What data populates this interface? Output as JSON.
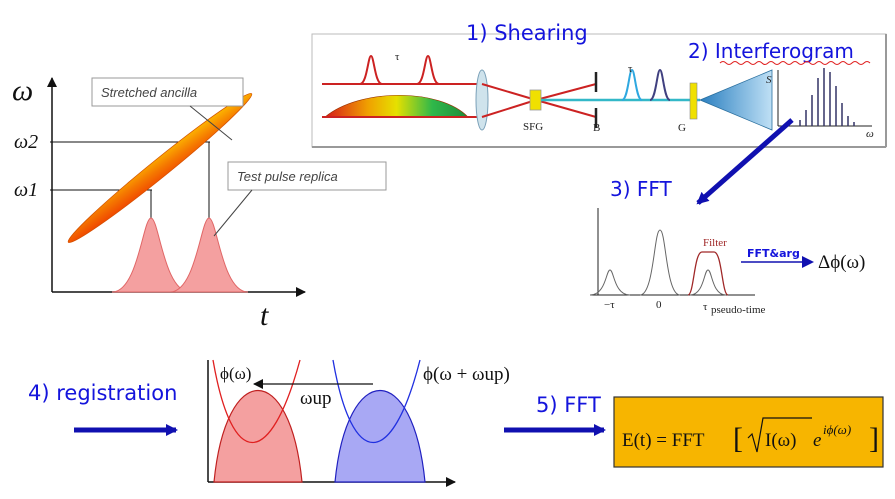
{
  "steps": {
    "shearing": "1) Shearing",
    "interferogram": "2) Interferogram",
    "fft1": "3) FFT",
    "registration": "4) registration",
    "fft2": "5) FFT"
  },
  "left_plot": {
    "y_label": "ω",
    "x_label": "t",
    "omega2": "ω2",
    "omega1": "ω1",
    "stretched_ancilla": "Stretched ancilla",
    "test_pulse_replica": "Test pulse replica"
  },
  "setup": {
    "tau_left": "τ",
    "tau_right": "τ",
    "sfg": "SFG",
    "b": "B",
    "g": "G",
    "s_axis": "S",
    "omega_axis": "ω"
  },
  "fft_plot": {
    "filter": "Filter",
    "fft_arg": "FFT&arg",
    "delta_phi": "Δϕ(ω)",
    "tick_neg_tau": "−τ",
    "tick_zero": "0",
    "tick_tau": "τ",
    "pseudo_time": "pseudo-time"
  },
  "registration_plot": {
    "phi_left": "ϕ(ω)",
    "phi_right": "ϕ(ω + ωup)",
    "omega_up": "ωup"
  },
  "formula": {
    "lhs": "E(t) = FFT",
    "sqrt_arg": "I(ω)",
    "exp_base": "e",
    "exponent": "iϕ(ω)"
  },
  "colors": {
    "step_text": "#1414dc",
    "formula_box": "#f7b500",
    "red_curve": "#e02020",
    "blue_curve": "#2030e0"
  }
}
